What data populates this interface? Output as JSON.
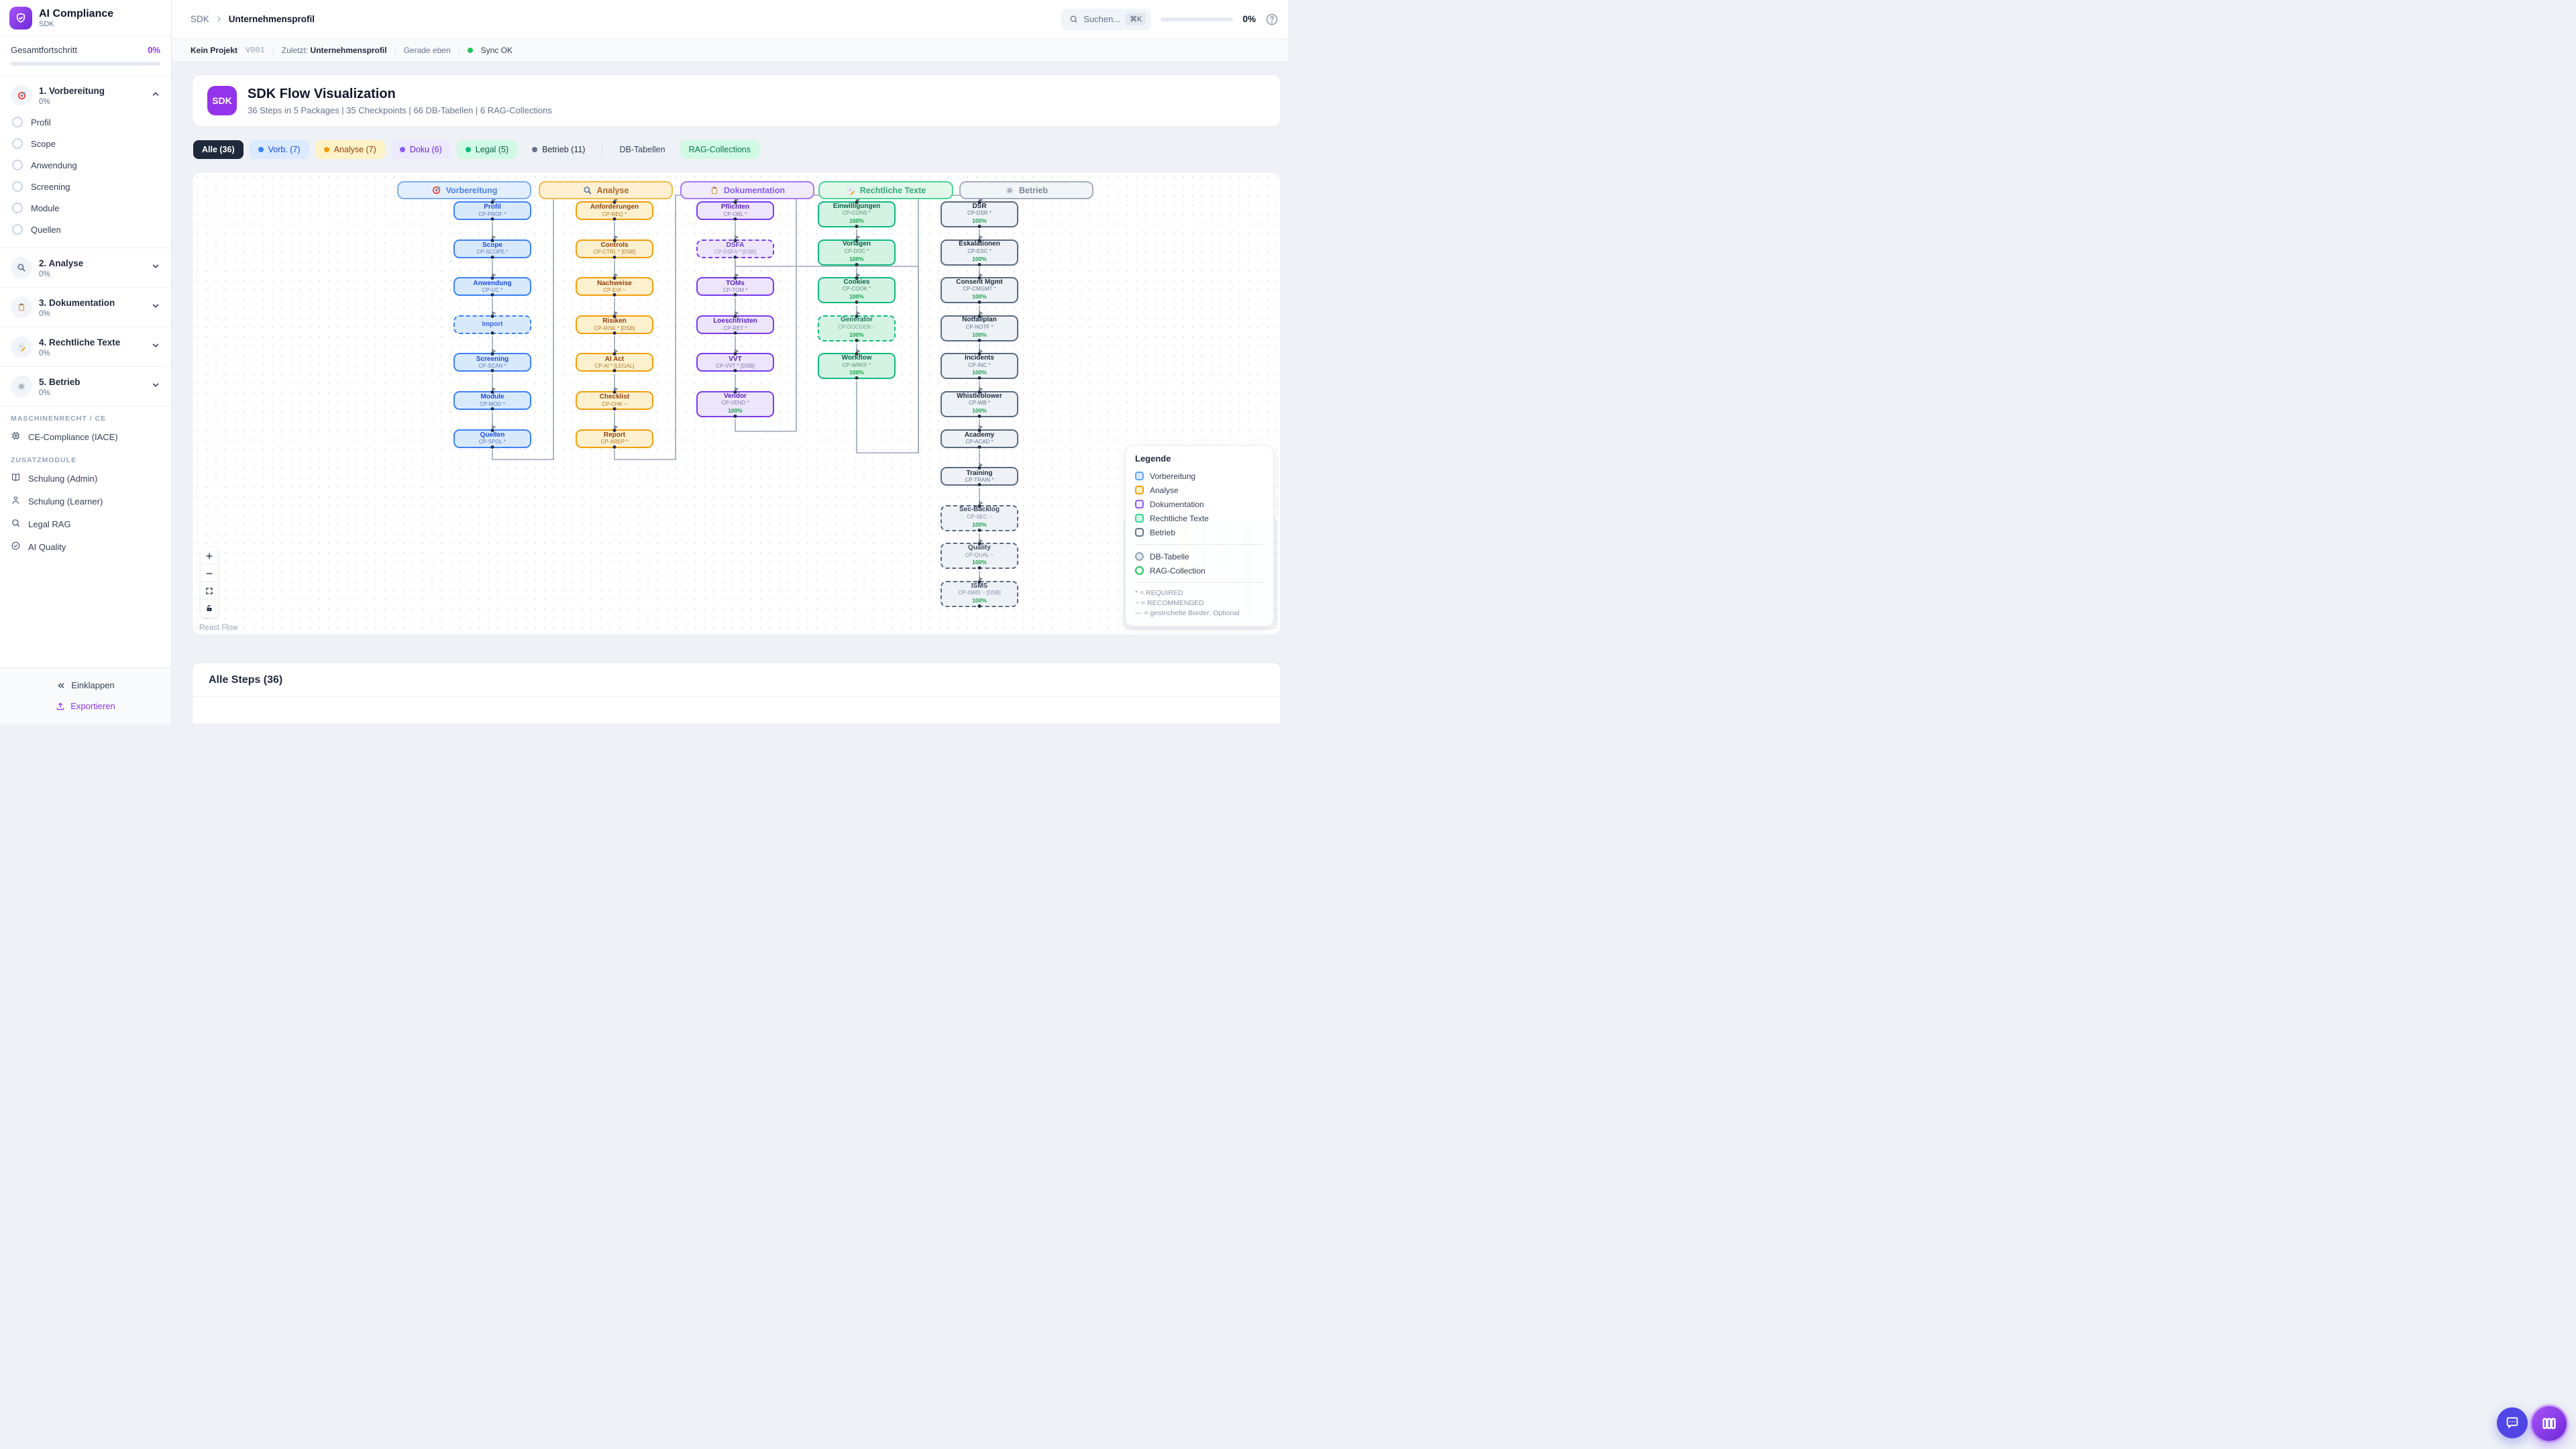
{
  "sidebar": {
    "title": "AI Compliance",
    "subtitle": "SDK",
    "progress_label": "Gesamtfortschritt",
    "progress_value": "0%",
    "sections": [
      {
        "label": "1. Vorbereitung",
        "percent": "0%",
        "icon": "target-icon",
        "expanded": true,
        "items": [
          "Profil",
          "Scope",
          "Anwendung",
          "Screening",
          "Module",
          "Quellen"
        ]
      },
      {
        "label": "2. Analyse",
        "percent": "0%",
        "icon": "magnifier-icon",
        "expanded": false,
        "items": []
      },
      {
        "label": "3. Dokumentation",
        "percent": "0%",
        "icon": "clipboard-icon",
        "expanded": false,
        "items": []
      },
      {
        "label": "4. Rechtliche Texte",
        "percent": "0%",
        "icon": "memo-icon",
        "expanded": false,
        "items": []
      },
      {
        "label": "5. Betrieb",
        "percent": "0%",
        "icon": "gear-icon",
        "expanded": false,
        "items": []
      }
    ],
    "group1_label": "MASCHINENRECHT / CE",
    "group1_items": [
      {
        "label": "CE-Compliance (IACE)",
        "icon": "chip-icon"
      }
    ],
    "group2_label": "ZUSATZMODULE",
    "group2_items": [
      {
        "label": "Schulung (Admin)",
        "icon": "book-icon"
      },
      {
        "label": "Schulung (Learner)",
        "icon": "person-icon"
      },
      {
        "label": "Legal RAG",
        "icon": "search-icon"
      },
      {
        "label": "AI Quality",
        "icon": "check-circle-icon"
      }
    ],
    "collapse_label": "Einklappen",
    "export_label": "Exportieren"
  },
  "topbar": {
    "breadcrumb_root": "SDK",
    "breadcrumb_current": "Unternehmensprofil",
    "search_placeholder": "Suchen...",
    "search_kbd": "⌘K",
    "progress_value": "0%"
  },
  "statusbar": {
    "project": "Kein Projekt",
    "version": "V001",
    "last_label": "Zuletzt:",
    "last_value": "Unternehmensprofil",
    "time": "Gerade eben",
    "sync": "Sync OK"
  },
  "hero": {
    "badge": "SDK",
    "title": "SDK Flow Visualization",
    "subtitle": "36 Steps in 5 Packages | 35 Checkpoints | 66 DB-Tabellen | 6 RAG-Collections"
  },
  "filters": [
    {
      "label": "Alle (36)",
      "style": "active"
    },
    {
      "label": "Vorb. (7)",
      "style": "blue",
      "dot": "#3b82f6"
    },
    {
      "label": "Analyse (7)",
      "style": "amber",
      "dot": "#f59e0b"
    },
    {
      "label": "Doku (6)",
      "style": "purple",
      "dot": "#8b5cf6"
    },
    {
      "label": "Legal (5)",
      "style": "green",
      "dot": "#10b981"
    },
    {
      "label": "Betrieb (11)",
      "style": "slate",
      "dot": "#64748b"
    },
    {
      "divider": true
    },
    {
      "label": "DB-Tabellen",
      "style": "plain"
    },
    {
      "label": "RAG-Collections",
      "style": "rag"
    }
  ],
  "flow": {
    "packages": [
      {
        "label": "Vorbereitung",
        "icon": "target-icon",
        "palette": "blue",
        "nodes": [
          {
            "title": "Profil",
            "code": "CP-PROF *"
          },
          {
            "title": "Scope",
            "code": "CP-SCOPE *"
          },
          {
            "title": "Anwendung",
            "code": "CP-UC *"
          },
          {
            "title": "Import",
            "code": "",
            "dashed": true
          },
          {
            "title": "Screening",
            "code": "CP-SCAN *"
          },
          {
            "title": "Module",
            "code": "CP-MOD *"
          },
          {
            "title": "Quellen",
            "code": "CP-SPOL *"
          }
        ]
      },
      {
        "label": "Analyse",
        "icon": "magnifier-icon",
        "palette": "amber",
        "nodes": [
          {
            "title": "Anforderungen",
            "code": "CP-REQ *"
          },
          {
            "title": "Controls",
            "code": "CP-CTRL * [DSB]"
          },
          {
            "title": "Nachweise",
            "code": "CP-EVI ~"
          },
          {
            "title": "Risiken",
            "code": "CP-RISK * [DSB]"
          },
          {
            "title": "AI Act",
            "code": "CP-AI * [LEGAL]"
          },
          {
            "title": "Checklist",
            "code": "CP-CHK ~"
          },
          {
            "title": "Report",
            "code": "CP-AREP *"
          }
        ]
      },
      {
        "label": "Dokumentation",
        "icon": "clipboard-icon",
        "palette": "purple",
        "nodes": [
          {
            "title": "Pflichten",
            "code": "CP-OBL *"
          },
          {
            "title": "DSFA",
            "code": "CP-DSFA * [DSB]",
            "dashed": true
          },
          {
            "title": "TOMs",
            "code": "CP-TOM *"
          },
          {
            "title": "Loeschfristen",
            "code": "CP-RET *"
          },
          {
            "title": "VVT",
            "code": "CP-VVT * [DSB]"
          },
          {
            "title": "Vendor",
            "code": "CP-VEND *",
            "progress": "100%"
          }
        ]
      },
      {
        "label": "Rechtliche Texte",
        "icon": "memo-icon",
        "palette": "green",
        "nodes": [
          {
            "title": "Einwilligungen",
            "code": "CP-CONS *",
            "progress": "100%"
          },
          {
            "title": "Vorlagen",
            "code": "CP-DOC *",
            "progress": "100%"
          },
          {
            "title": "Cookies",
            "code": "CP-COOK *",
            "progress": "100%"
          },
          {
            "title": "Generator",
            "code": "CP-DOCGEN ~",
            "progress": "100%",
            "dashed": true
          },
          {
            "title": "Workflow",
            "code": "CP-WRKF *",
            "progress": "100%"
          }
        ]
      },
      {
        "label": "Betrieb",
        "icon": "gear-icon",
        "palette": "slate",
        "nodes": [
          {
            "title": "DSR",
            "code": "CP-DSR *",
            "progress": "100%"
          },
          {
            "title": "Eskalationen",
            "code": "CP-ESC *",
            "progress": "100%"
          },
          {
            "title": "Consent Mgmt",
            "code": "CP-CMGMT *",
            "progress": "100%"
          },
          {
            "title": "Notfallplan",
            "code": "CP-NOTF *",
            "progress": "100%"
          },
          {
            "title": "Incidents",
            "code": "CP-INC *",
            "progress": "100%"
          },
          {
            "title": "Whistleblower",
            "code": "CP-WB *",
            "progress": "100%"
          },
          {
            "title": "Academy",
            "code": "CP-ACAD *"
          },
          {
            "title": "Training",
            "code": "CP-TRAIN *"
          },
          {
            "title": "Sec-Backlog",
            "code": "CP-SEC ~",
            "progress": "100%",
            "dashed": true
          },
          {
            "title": "Quality",
            "code": "CP-QUAL ~",
            "progress": "100%",
            "dashed": true
          },
          {
            "title": "ISMS",
            "code": "CP-ISMS ~ [DSB]",
            "progress": "100%",
            "dashed": true
          }
        ]
      }
    ]
  },
  "legend": {
    "title": "Legende",
    "packages": [
      {
        "label": "Vorbereitung",
        "border": "#60a5fa",
        "fill": "#dbeafe"
      },
      {
        "label": "Analyse",
        "border": "#f59e0b",
        "fill": "#fef3c7"
      },
      {
        "label": "Dokumentation",
        "border": "#8b5cf6",
        "fill": "#ede9fe"
      },
      {
        "label": "Rechtliche Texte",
        "border": "#34d399",
        "fill": "#d1fae5"
      },
      {
        "label": "Betrieb",
        "border": "#64748b",
        "fill": "#f8fafc"
      }
    ],
    "shapes": [
      {
        "label": "DB-Tabelle",
        "border": "#94a3b8",
        "fill": "#e2e8f0"
      },
      {
        "label": "RAG-Collection",
        "border": "#22c55e",
        "fill": "#f0fdf4"
      }
    ],
    "notes": [
      "* = REQUIRED",
      "~ = RECOMMENDED",
      "--- = gestrichelte Border: Optional"
    ]
  },
  "canvas": {
    "attribution": "React Flow"
  },
  "steps": {
    "heading": "Alle Steps (36)"
  },
  "colors": {
    "accent": "#9333ea",
    "sync": "#22c55e",
    "edge": "#9aa6b5"
  }
}
